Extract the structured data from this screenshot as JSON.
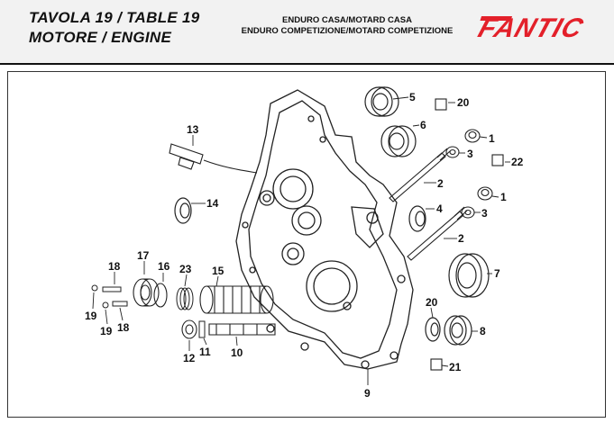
{
  "header": {
    "title_line1": "TAVOLA 19 / TABLE 19",
    "title_line2": "MOTORE / ENGINE",
    "models_line1": "ENDURO CASA/MOTARD CASA",
    "models_line2": "ENDURO COMPETIZIONE/MOTARD COMPETIZIONE",
    "brand_logo_text": "FANTIC",
    "brand_color": "#e3202a"
  },
  "diagram": {
    "callouts": [
      "5",
      "20",
      "6",
      "1",
      "3",
      "22",
      "13",
      "2",
      "1",
      "14",
      "4",
      "3",
      "2",
      "7",
      "18",
      "17",
      "16",
      "23",
      "15",
      "20",
      "19",
      "19",
      "18",
      "8",
      "12",
      "11",
      "10",
      "21",
      "9"
    ]
  }
}
